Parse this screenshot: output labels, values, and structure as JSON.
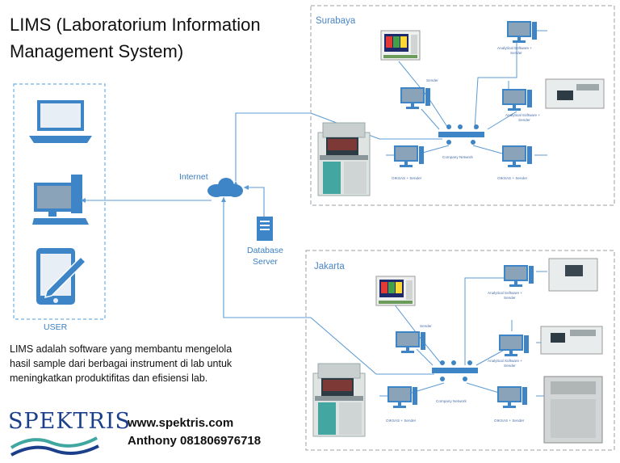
{
  "title": {
    "line1": "LIMS (Laboratorium Information",
    "line2": "Management System)"
  },
  "description": {
    "line1": "LIMS adalah software yang membantu mengelola",
    "line2": "hasil sample dari berbagai instrument di lab untuk",
    "line3": "meningkatkan produktifitas dan efisiensi lab."
  },
  "labels": {
    "user": "USER",
    "internet": "Internet",
    "database_line1": "Database",
    "database_line2": "Server"
  },
  "sites": {
    "surabaya": {
      "name": "Surabaya",
      "network": "Company Network",
      "sender": "Sender",
      "analytical1": "Analytical Software +",
      "analytical2": "Sender",
      "analytical3": "Analytical Software +",
      "analytical4": "Sender",
      "oiksas_left": "OIKSAS + Sender",
      "oiksas_right": "OIKSAS + Sender"
    },
    "jakarta": {
      "name": "Jakarta",
      "network": "Company Network",
      "sender": "Sender",
      "analytical1": "Analytical Software +",
      "analytical2": "Sender",
      "analytical3": "Analytical Software +",
      "analytical4": "Sender",
      "oiksas_left": "OIKSAS + Sender",
      "oiksas_right": "OIKSAS + Sender"
    }
  },
  "brand": "SPEKTRIS",
  "contact": {
    "website": "www.spektris.com",
    "person": "Anthony 081806976718"
  },
  "colors": {
    "line": "#5b9bd5",
    "icon": "#3d85c6",
    "dashed": "#9aa0a6",
    "brand": "#1b3f8b"
  }
}
